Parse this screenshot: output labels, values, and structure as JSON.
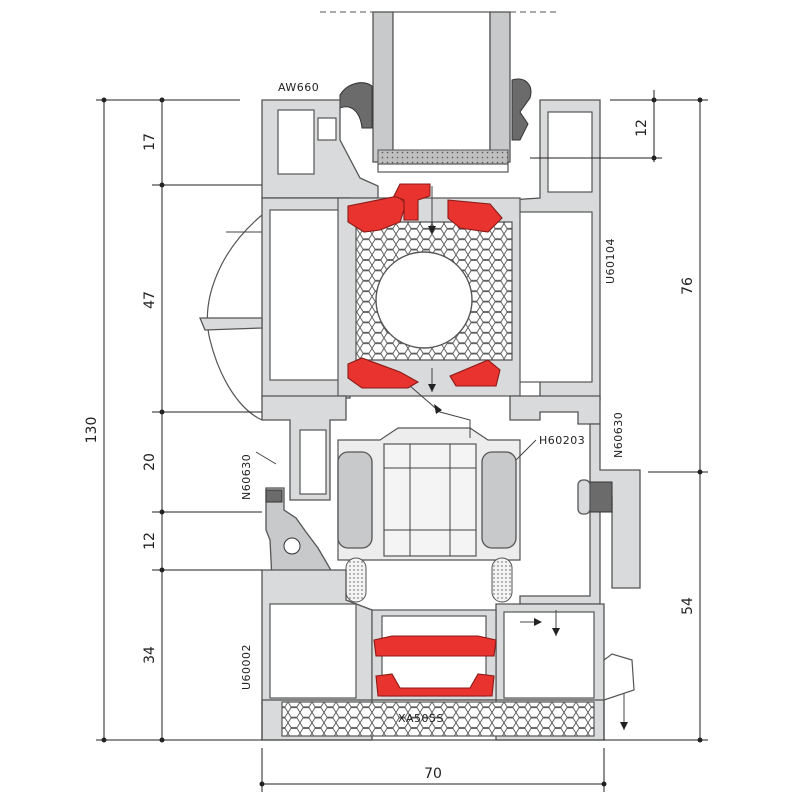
{
  "labels": {
    "aw660": "AW660",
    "u60104": "U60104",
    "n60630_left": "N60630",
    "n60630_right": "N60630",
    "h60203": "H60203",
    "u60002": "U60002",
    "xa505s": "XA505S"
  },
  "dimensions": {
    "left_total": "130",
    "left_seg1": "17",
    "left_seg2": "47",
    "left_seg3": "20",
    "left_seg4": "12",
    "left_seg5": "34",
    "right_top": "12",
    "right_mid": "76",
    "right_bottom": "54",
    "bottom_width": "70"
  },
  "colors": {
    "thermal_break": "#e8332f",
    "profile": "#d9dadb",
    "gasket": "#6b6b6b"
  }
}
